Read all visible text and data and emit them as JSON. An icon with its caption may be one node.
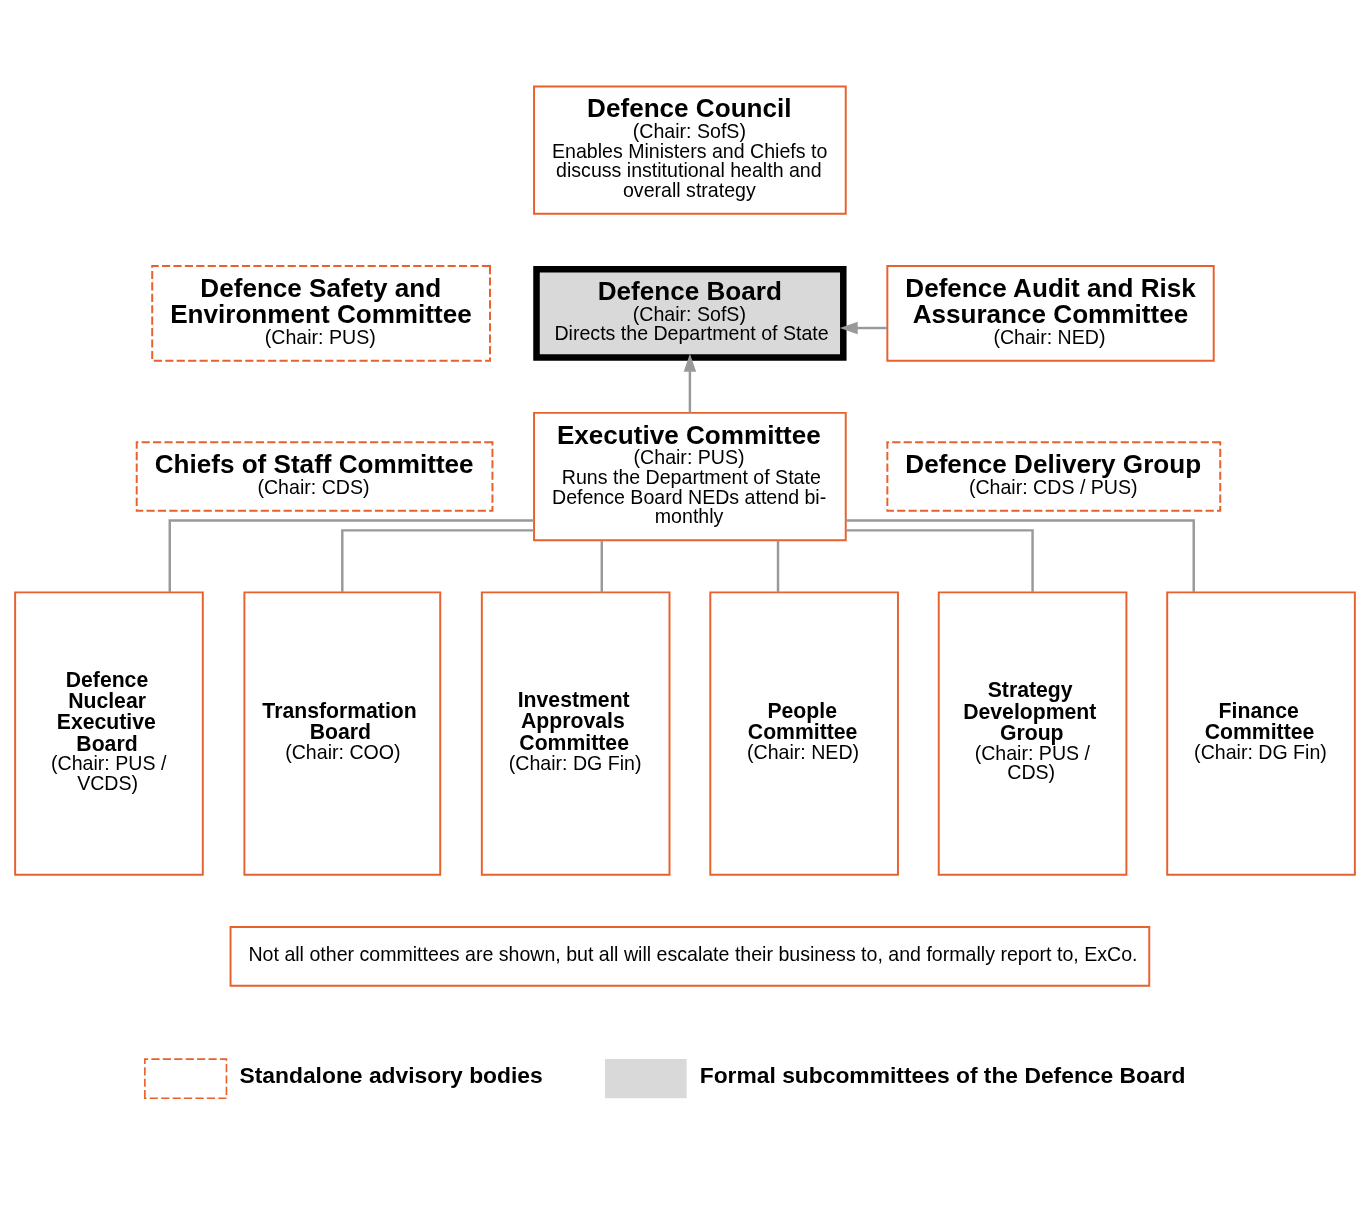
{
  "diagram": {
    "nodes": [
      {
        "text": [
          "Defence Council",
          "(Chair: SofS)",
          "Enables Ministers and Chiefs to discuss institutional health and overall strategy"
        ]
      },
      {
        "text": [
          "Defence Safety and Environment Committee",
          "(Chair: PUS)"
        ]
      },
      {
        "text": [
          "Defence Board",
          "(Chair: SofS)",
          "Directs the Department of State"
        ]
      },
      {
        "text": [
          "Defence Audit and Risk Assurance Committee",
          "(Chair: NED)"
        ]
      },
      {
        "text": [
          "Chiefs of Staff Committee",
          "(Chair: CDS)"
        ]
      },
      {
        "text": [
          "Executive Committee",
          "(Chair: PUS)",
          "Runs the Department of State",
          "Defence Board NEDs attend bi-monthly"
        ]
      },
      {
        "text": [
          "Defence Delivery Group",
          "(Chair: CDS / PUS)"
        ]
      },
      {
        "text": [
          "Defence Nuclear Executive Board",
          "(Chair: PUS / VCDS)"
        ]
      },
      {
        "text": [
          "Transformation Board",
          "(Chair: COO)"
        ]
      },
      {
        "text": [
          "Investment Approvals Committee",
          "(Chair: DG Fin)"
        ]
      },
      {
        "text": [
          "People Committee",
          "(Chair: NED)"
        ]
      },
      {
        "text": [
          "Strategy Development Group",
          "(Chair: PUS / CDS)"
        ]
      },
      {
        "text": [
          "Finance Committee",
          "(Chair: DG Fin)"
        ]
      },
      {
        "text": [
          "Not all other committees are shown, but all will escalate their business to, and formally report to, ExCo."
        ]
      }
    ],
    "edges": [
      {
        "from": 3,
        "to": 2,
        "arrow": "to"
      },
      {
        "from": 5,
        "to": 2,
        "arrow": "to"
      },
      {
        "from": 5,
        "to": 7,
        "arrow": "none"
      },
      {
        "from": 5,
        "to": 8,
        "arrow": "none"
      },
      {
        "from": 5,
        "to": 9,
        "arrow": "none"
      },
      {
        "from": 5,
        "to": 10,
        "arrow": "none"
      },
      {
        "from": 5,
        "to": 11,
        "arrow": "none"
      },
      {
        "from": 5,
        "to": 12,
        "arrow": "none"
      }
    ],
    "legend": [
      {
        "text": "Standalone advisory bodies"
      },
      {
        "text": "Formal subcommittees of the Defence Board",
        "color": "#d9d9d9"
      }
    ]
  }
}
